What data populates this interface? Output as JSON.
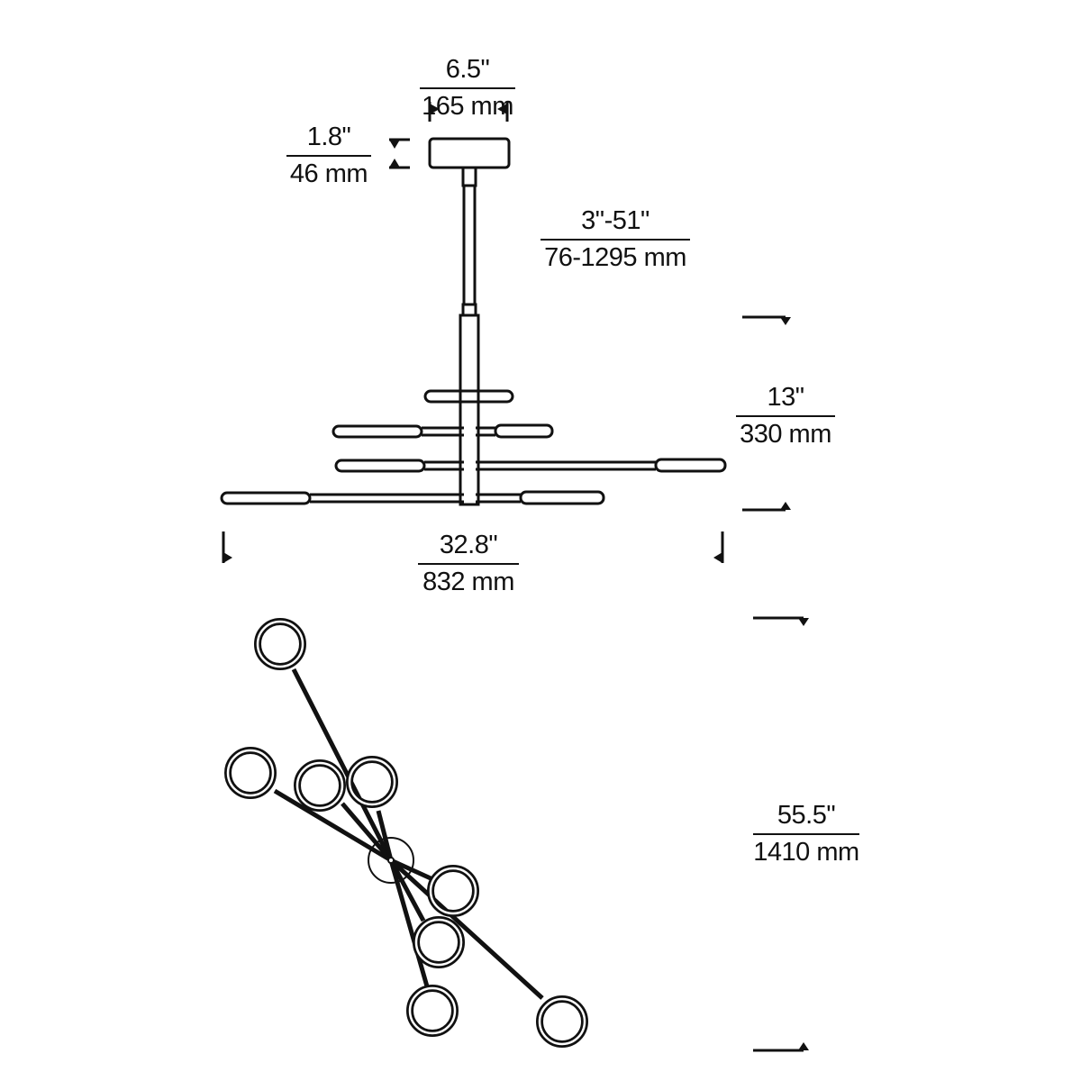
{
  "diagram": {
    "subject": "Linear chandelier dimension drawing",
    "views": [
      "side-elevation",
      "top-plan"
    ],
    "line_color": "#111111",
    "background": "#ffffff"
  },
  "dimensions": {
    "canopy_width": {
      "imperial": "6.5\"",
      "metric": "165 mm"
    },
    "canopy_height": {
      "imperial": "1.8\"",
      "metric": "46 mm"
    },
    "stem_length": {
      "imperial": "3\"-51\"",
      "metric": "76-1295 mm"
    },
    "fixture_height": {
      "imperial": "13\"",
      "metric": "330 mm"
    },
    "fixture_width": {
      "imperial": "32.8\"",
      "metric": "832 mm"
    },
    "fixture_length": {
      "imperial": "55.5\"",
      "metric": "1410 mm"
    }
  }
}
